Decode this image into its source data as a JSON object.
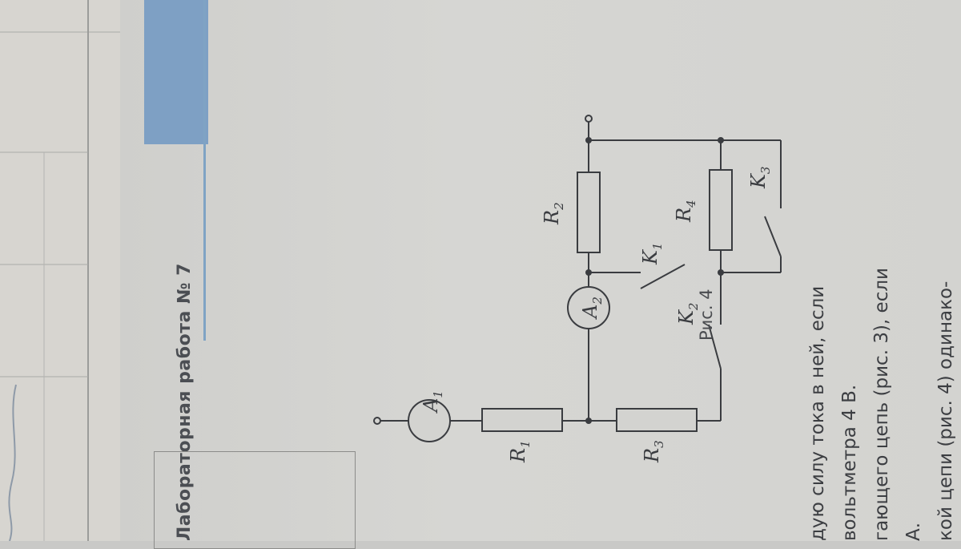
{
  "page": {
    "heading": "Лабораторная работа № 7",
    "figure_caption": "Рис. 4"
  },
  "circuit": {
    "ammeter_1_letter": "A",
    "ammeter_1_index": "1",
    "ammeter_2_letter": "A",
    "ammeter_2_index": "2",
    "r1_letter": "R",
    "r1_index": "1",
    "r2_letter": "R",
    "r2_index": "2",
    "r3_letter": "R",
    "r3_index": "3",
    "r4_letter": "R",
    "r4_index": "4",
    "k1_letter": "K",
    "k1_index": "1",
    "k2_letter": "K",
    "k2_index": "2",
    "k3_letter": "K",
    "k3_index": "3"
  },
  "text_lines": [
    "дую силу тока в ней, если",
    "вольтметра 4 В.",
    "гающего цепь (рис. 3), если",
    "А.",
    "кой цепи (рис. 4) одинако-"
  ],
  "colors": {
    "paper": "#d3d3d0",
    "ink": "#3c3e42",
    "accent_blue": "#7ea0c4"
  }
}
